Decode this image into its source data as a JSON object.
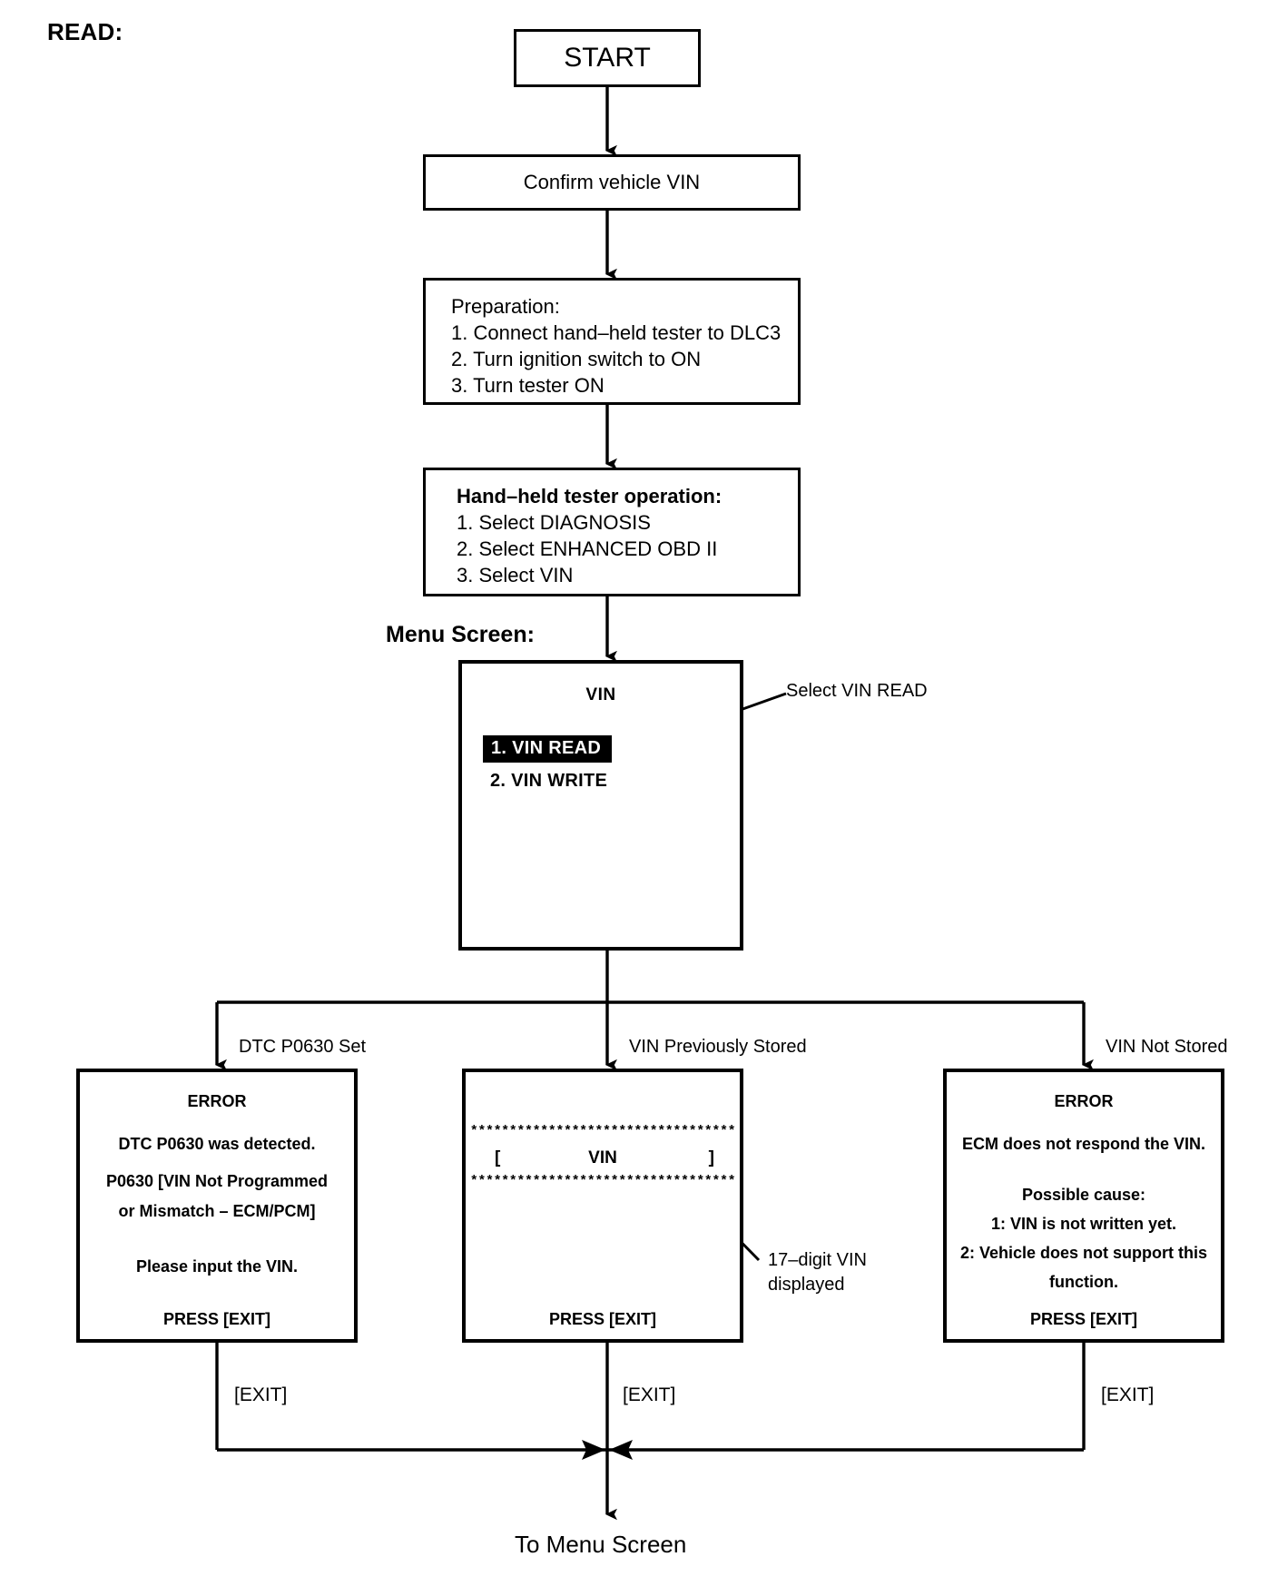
{
  "heading": "READ:",
  "menu_screen_label": "Menu Screen:",
  "nodes": {
    "start": "START",
    "confirm": "Confirm vehicle VIN",
    "preparation": {
      "title": "Preparation:",
      "steps": [
        "1. Connect hand–held tester to DLC3",
        "2. Turn ignition switch to ON",
        "3. Turn tester ON"
      ]
    },
    "tester_operation": {
      "title": "Hand–held tester operation:",
      "steps": [
        "1. Select DIAGNOSIS",
        "2. Select ENHANCED OBD II",
        "3. Select VIN"
      ]
    }
  },
  "menu_screen": {
    "title": "VIN",
    "items": [
      {
        "label": "1. VIN READ",
        "selected": true
      },
      {
        "label": "2. VIN WRITE",
        "selected": false
      }
    ]
  },
  "callouts": {
    "select_vin_read": "Select VIN READ",
    "vin_displayed_line1": "17–digit VIN",
    "vin_displayed_line2": "displayed"
  },
  "branches": [
    {
      "label": "DTC P0630 Set"
    },
    {
      "label": "VIN Previously Stored"
    },
    {
      "label": "VIN Not Stored"
    }
  ],
  "result_screens": {
    "dtc_set": {
      "title": "ERROR",
      "lines": [
        "DTC P0630 was detected.",
        "P0630  [VIN Not Programmed",
        "or Mismatch – ECM/PCM]",
        "Please input the VIN."
      ],
      "footer": "PRESS [EXIT]"
    },
    "vin_stored": {
      "stars_top": "**********************************",
      "bracket_left": "[",
      "vin_text": "VIN",
      "bracket_right": "]",
      "stars_bottom": "**********************************",
      "footer": "PRESS [EXIT]"
    },
    "vin_not_stored": {
      "title": "ERROR",
      "lines": [
        "ECM does not respond the VIN.",
        "Possible cause:",
        "1: VIN is not written yet.",
        "2: Vehicle does not support this",
        "function."
      ],
      "footer": "PRESS [EXIT]"
    }
  },
  "exit_labels": {
    "left": "[EXIT]",
    "middle": "[EXIT]",
    "right": "[EXIT]"
  },
  "terminator": "To Menu Screen",
  "colors": {
    "line": "#000000",
    "background": "#ffffff",
    "highlight_bg": "#000000",
    "highlight_fg": "#ffffff"
  }
}
